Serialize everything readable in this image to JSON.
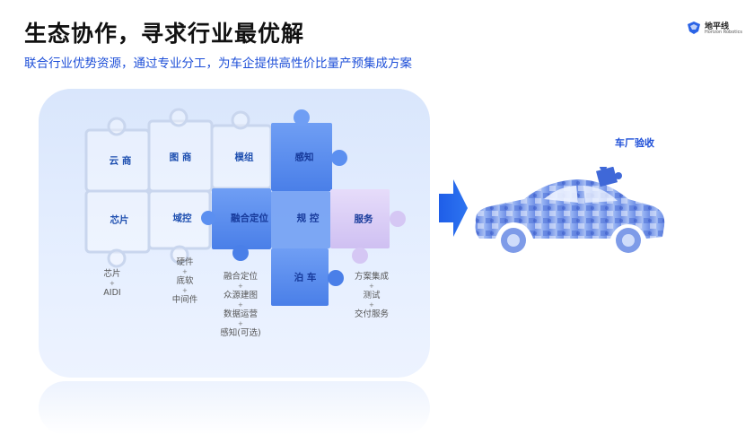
{
  "header": {
    "title": "生态协作，寻求行业最优解",
    "subtitle": "联合行业优势资源，通过专业分工，为车企提供高性价比量产预集成方案"
  },
  "logo": {
    "cn": "地平线",
    "en": "Horizon Robotics"
  },
  "pieces": {
    "cloud": "云 商",
    "map": "图 商",
    "module": "模组",
    "perception": "感知",
    "chip": "芯片",
    "domain": "域控",
    "fusion": "融合定位",
    "planning": "规 控",
    "service": "服务",
    "parking": "泊 车"
  },
  "columns": {
    "col1": [
      "芯片",
      "AIDI"
    ],
    "col2": [
      "硬件",
      "底软",
      "中间件"
    ],
    "col3": [
      "融合定位",
      "众源建图",
      "数据运营",
      "感知(可选)"
    ],
    "col4": [
      "方案集成",
      "测试",
      "交付服务"
    ],
    "plus": "+"
  },
  "car": {
    "label": "车厂验收"
  },
  "colors": {
    "accent": "#1e4fd8",
    "piece_blue": "#5b8ff0",
    "piece_purple": "#d9ccf6",
    "panel": "#dde8fd"
  }
}
